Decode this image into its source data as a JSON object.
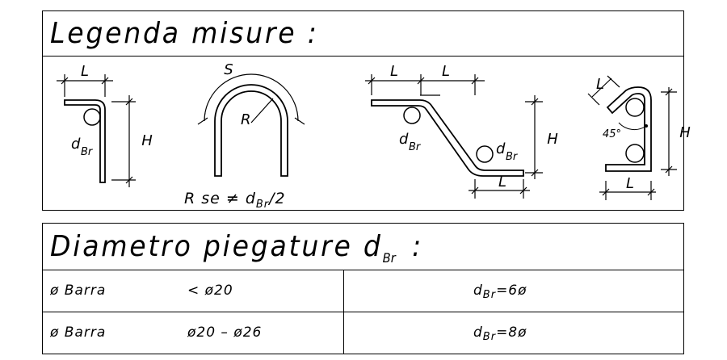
{
  "legend": {
    "title": "Legenda misure :",
    "labels": {
      "L": "L",
      "H": "H",
      "S": "S",
      "R": "R",
      "d": "d",
      "Br": "Br",
      "angle": "45°",
      "radius_note_prefix": "R se ≠ d",
      "radius_note_suffix": "/2"
    }
  },
  "diameter": {
    "title_main": "Diametro piegature d",
    "title_sub": "Br",
    "title_end": ":",
    "rows": [
      {
        "bar": "ø Barra",
        "range": "< ø20",
        "value_prefix": "d",
        "value_sub": "Br",
        "value_suffix": "=6ø"
      },
      {
        "bar": "ø Barra",
        "range": "ø20 – ø26",
        "value_prefix": "d",
        "value_sub": "Br",
        "value_suffix": "=8ø"
      }
    ]
  }
}
